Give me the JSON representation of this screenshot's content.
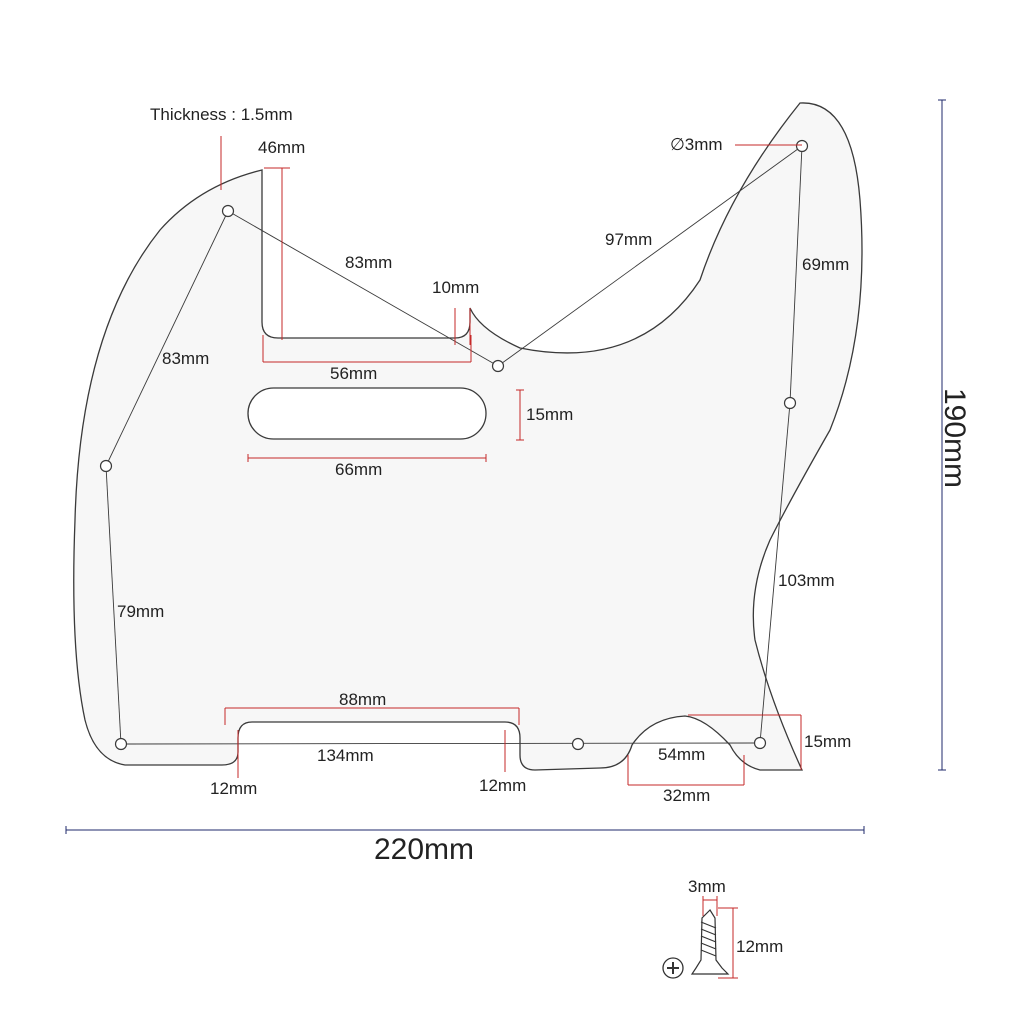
{
  "colors": {
    "outline": "#3a3a3a",
    "dimension_red": "#c62828",
    "dimension_blue": "#1f2a6b",
    "plate_fill": "#f7f7f7"
  },
  "labels": {
    "thickness": "Thickness : 1.5mm",
    "neck_pocket_depth": "46mm",
    "hole_diameter": "∅3mm",
    "hole_top_left_to_center": "83mm",
    "center_to_top_right": "97mm",
    "top_right_to_right_mid": "69mm",
    "pocket_notch": "10mm",
    "left_upper_edge": "83mm",
    "pocket_width": "56mm",
    "pickup_height": "15mm",
    "pickup_width": "66mm",
    "left_lower_edge": "79mm",
    "bottom_slot": "88mm",
    "bottom_span": "134mm",
    "right_lower_edge": "103mm",
    "jack_height": "15mm",
    "jack_width": "54mm",
    "slot_left": "12mm",
    "slot_right": "12mm",
    "jack_bottom": "32mm",
    "overall_width": "220mm",
    "overall_height": "190mm",
    "screw_diameter": "3mm",
    "screw_length": "12mm"
  }
}
